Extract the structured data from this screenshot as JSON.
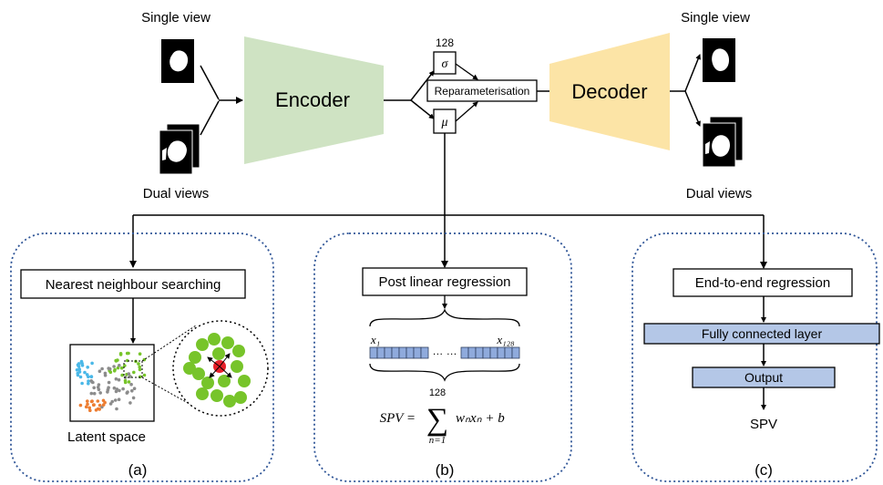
{
  "input": {
    "single_view_label": "Single view",
    "dual_views_label": "Dual views"
  },
  "encoder_label": "Encoder",
  "decoder_label": "Decoder",
  "latent": {
    "dim_label": "128",
    "sigma_label": "σ",
    "mu_label": "μ",
    "reparam_label": "Reparameterisation"
  },
  "output": {
    "single_view_label": "Single view",
    "dual_views_label": "Dual views"
  },
  "panel_a": {
    "box_label": "Nearest neighbour searching",
    "latent_space_label": "Latent space",
    "panel_label": "(a)"
  },
  "panel_b": {
    "box_label": "Post linear regression",
    "x1_label": "x₁",
    "x128_label": "x₁₂₈",
    "dots_label": "…  …",
    "formula": {
      "lhs": "SPV =",
      "sum_upper": "128",
      "sum_symbol": "∑",
      "sum_lower": "n=1",
      "rhs": "wₙxₙ + b"
    },
    "panel_label": "(b)"
  },
  "panel_c": {
    "box_label": "End-to-end regression",
    "fc_label": "Fully connected layer",
    "output_label": "Output",
    "spv_label": "SPV",
    "panel_label": "(c)"
  },
  "colors": {
    "encoder": "#cfe3c3",
    "decoder": "#fce4a6",
    "fc_fill": "#b4c7e7",
    "vector_cell": "#8faadc",
    "dotted_border": "#2f5597",
    "cluster_blue": "#4ab8e8",
    "cluster_green": "#77c42a",
    "cluster_gray": "#8c8c8c",
    "cluster_orange": "#ed7d31",
    "query_red": "#e8202a"
  }
}
